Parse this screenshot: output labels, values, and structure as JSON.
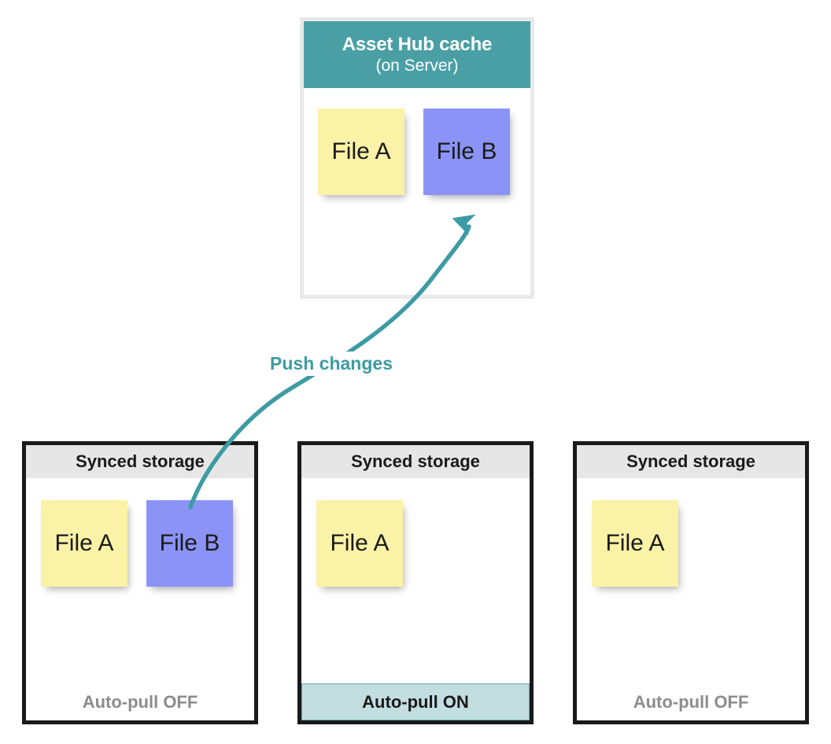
{
  "cache": {
    "title": "Asset Hub cache",
    "subtitle": "(on Server)",
    "header_color": "#4a9fa5",
    "files": [
      {
        "label": "File A",
        "color": "yellow"
      },
      {
        "label": "File B",
        "color": "blue"
      }
    ]
  },
  "arrow": {
    "label": "Push changes",
    "color": "#3d9ba3",
    "direction": "up"
  },
  "panels": [
    {
      "header": "Synced storage",
      "files": [
        {
          "label": "File A",
          "color": "yellow"
        },
        {
          "label": "File B",
          "color": "blue"
        }
      ],
      "footer": "Auto-pull OFF",
      "footer_state": "off"
    },
    {
      "header": "Synced storage",
      "files": [
        {
          "label": "File A",
          "color": "yellow"
        }
      ],
      "footer": "Auto-pull ON",
      "footer_state": "on"
    },
    {
      "header": "Synced storage",
      "files": [
        {
          "label": "File A",
          "color": "yellow"
        }
      ],
      "footer": "Auto-pull OFF",
      "footer_state": "off"
    }
  ],
  "colors": {
    "teal": "#4a9fa5",
    "arrow_teal": "#3d9ba3",
    "note_yellow": "#faf2a6",
    "note_blue": "#8b93f7",
    "panel_border": "#1a1a1a",
    "header_grey": "#e6e6e6",
    "footer_on_bg": "#c2dee1",
    "footer_off_text": "#8c8c8c"
  }
}
